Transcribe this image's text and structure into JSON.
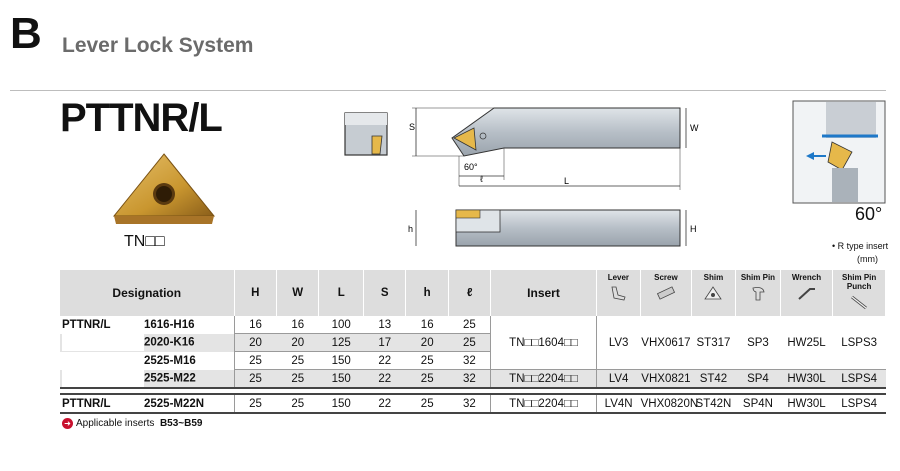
{
  "section": {
    "letter": "B",
    "title": "Lever Lock System"
  },
  "product": {
    "code": "PTTNR/L",
    "insert_label": "TN□□",
    "angle_label": "60°",
    "r_note": "• R type insert",
    "unit_note": "(mm)"
  },
  "diagram": {
    "s": "S",
    "w": "W",
    "l": "L",
    "ell": "ℓ",
    "angle": "60°",
    "h": "h",
    "H": "H"
  },
  "table": {
    "headers": {
      "designation": "Designation",
      "H": "H",
      "W": "W",
      "L": "L",
      "S": "S",
      "h": "h",
      "ell": "ℓ",
      "insert": "Insert",
      "lever": "Lever",
      "screw": "Screw",
      "shim": "Shim",
      "shim_pin": "Shim Pin",
      "wrench": "Wrench",
      "shim_pin_punch": "Shim Pin Punch"
    },
    "rows": [
      {
        "family": "PTTNR/L",
        "model": "1616-H16",
        "H": "16",
        "W": "16",
        "L": "100",
        "S": "13",
        "h": "16",
        "ell": "25"
      },
      {
        "family": "",
        "model": "2020-K16",
        "H": "20",
        "W": "20",
        "L": "125",
        "S": "17",
        "h": "20",
        "ell": "25"
      },
      {
        "family": "",
        "model": "2525-M16",
        "H": "25",
        "W": "25",
        "L": "150",
        "S": "22",
        "h": "25",
        "ell": "32"
      },
      {
        "family": "",
        "model": "2525-M22",
        "H": "25",
        "W": "25",
        "L": "150",
        "S": "22",
        "h": "25",
        "ell": "32"
      },
      {
        "family": "PTTNR/L",
        "model": "2525-M22N",
        "H": "25",
        "W": "25",
        "L": "150",
        "S": "22",
        "h": "25",
        "ell": "32"
      }
    ],
    "parts": [
      {
        "insert": "TN□□1604□□",
        "lever": "LV3",
        "screw": "VHX0617",
        "shim": "ST317",
        "shim_pin": "SP3",
        "wrench": "HW25L",
        "punch": "LSPS3"
      },
      {
        "insert": "TN□□2204□□",
        "lever": "LV4",
        "screw": "VHX0821",
        "shim": "ST42",
        "shim_pin": "SP4",
        "wrench": "HW30L",
        "punch": "LSPS4"
      },
      {
        "insert": "TN□□2204□□",
        "lever": "LV4N",
        "screw": "VHX0820N",
        "shim": "ST42N",
        "shim_pin": "SP4N",
        "wrench": "HW30L",
        "punch": "LSPS4"
      }
    ]
  },
  "footer": {
    "text": "Applicable inserts",
    "pages": "B53~B59"
  },
  "colors": {
    "insert_gold": "#c9962f",
    "arrow_blue": "#1e78c8",
    "footer_red": "#c8102e",
    "header_gray": "#dddddd"
  }
}
